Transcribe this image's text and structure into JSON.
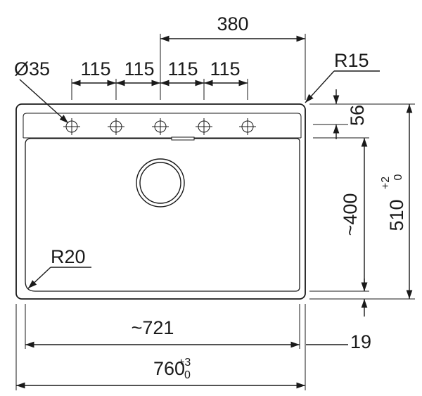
{
  "labels": {
    "dim_380": "380",
    "hole_diameter": "Ø35",
    "spacing": [
      "115",
      "115",
      "115",
      "115"
    ],
    "corner_radius_outer": "R15",
    "dim_56": "56",
    "dim_400": "~400",
    "dim_510": "510",
    "dim_510_tol_upper": "+2",
    "dim_510_tol_lower": "0",
    "bowl_radius": "R20",
    "dim_721": "~721",
    "dim_19": "19",
    "dim_760": "760",
    "dim_760_tol_upper": "+3",
    "dim_760_tol_lower": "0"
  }
}
